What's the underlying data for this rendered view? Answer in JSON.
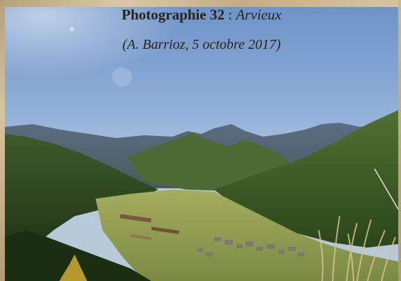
{
  "caption": {
    "label": "Photographie 32",
    "separator": " : ",
    "place": "Arvieux",
    "credit": "(A. Barrioz, 5 octobre 2017)"
  },
  "photo": {
    "subject": "mountain-valley-photo"
  },
  "colors": {
    "sky": "#7ea1d0",
    "forest": "#2f4a1f",
    "meadow": "#8b9a4e",
    "parchment": "#c8ad85",
    "text": "#2a2417"
  }
}
